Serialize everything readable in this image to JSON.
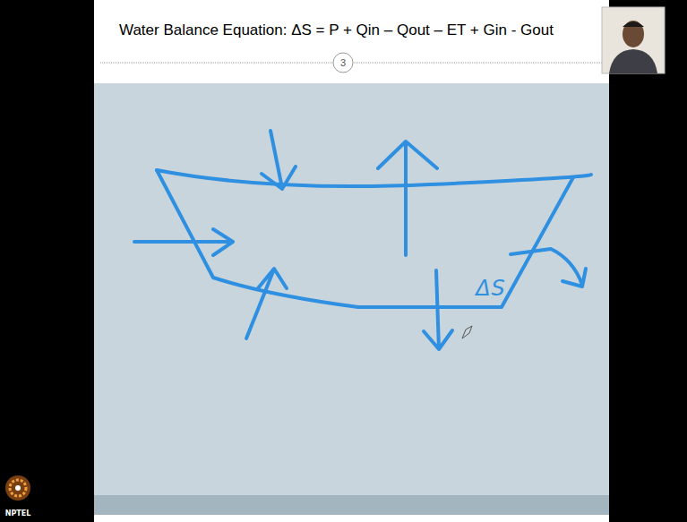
{
  "diagram": {
    "title": "Water Balance Equation: ΔS = P + Qin – Qout – ET + Gin - Gout",
    "labels": [
      "3",
      "ΔS",
      "NPTEL"
    ]
  }
}
